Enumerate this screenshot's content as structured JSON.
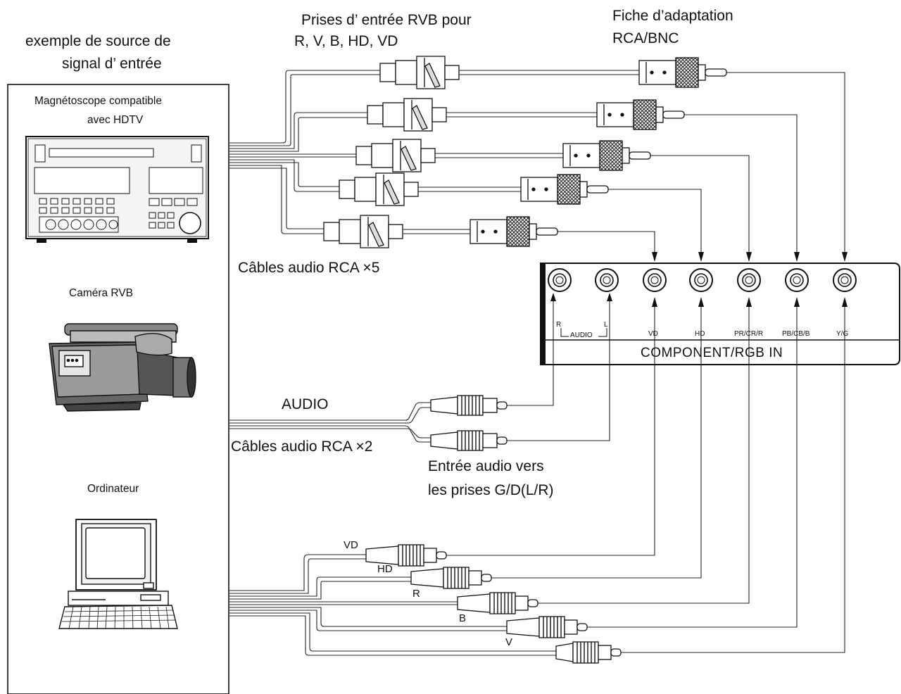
{
  "sources": {
    "title_line1": "exemple de source de",
    "title_line2": "signal d’ entrée",
    "vcr_line1": "Magnétoscope compatible",
    "vcr_line2": "avec HDTV",
    "camera": "Caméra RVB",
    "computer": "Ordinateur"
  },
  "labels": {
    "rgb_jacks_line1": "Prises d’ entrée RVB pour",
    "rgb_jacks_line2": "R, V, B, HD, VD",
    "adapter_line1": "Fiche d’adaptation",
    "adapter_line2": "RCA/BNC",
    "cables_x5": "Câbles audio RCA ×5",
    "audio": "AUDIO",
    "cables_x2": "Câbles audio RCA ×2",
    "audio_in_line1": "Entrée audio vers",
    "audio_in_line2": "les prises G/D(L/R)"
  },
  "panel": {
    "title": "COMPONENT/RGB IN",
    "audio_r": "R",
    "audio_l": "L",
    "audio_bracket": "AUDIO",
    "jacks": [
      "VD",
      "HD",
      "PR/CR/R",
      "PB/CB/B",
      "Y/G"
    ]
  },
  "computer_wires": [
    "VD",
    "HD",
    "R",
    "B",
    "V"
  ]
}
